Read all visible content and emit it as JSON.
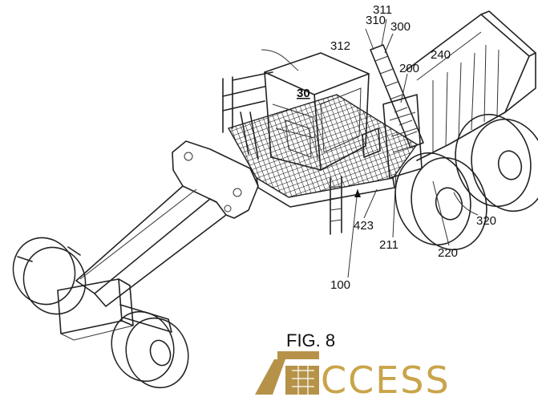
{
  "labels": {
    "l30": "30",
    "l100": "100",
    "l200": "200",
    "l211": "211",
    "l220": "220",
    "l240": "240",
    "l300": "300",
    "l310": "310",
    "l311": "311",
    "l312": "312",
    "l320": "320",
    "l423": "423"
  },
  "figure_caption": "FIG. 8",
  "watermark": {
    "text": "CCESS",
    "color": "#c9a44a",
    "mark_color": "#b0893a"
  }
}
